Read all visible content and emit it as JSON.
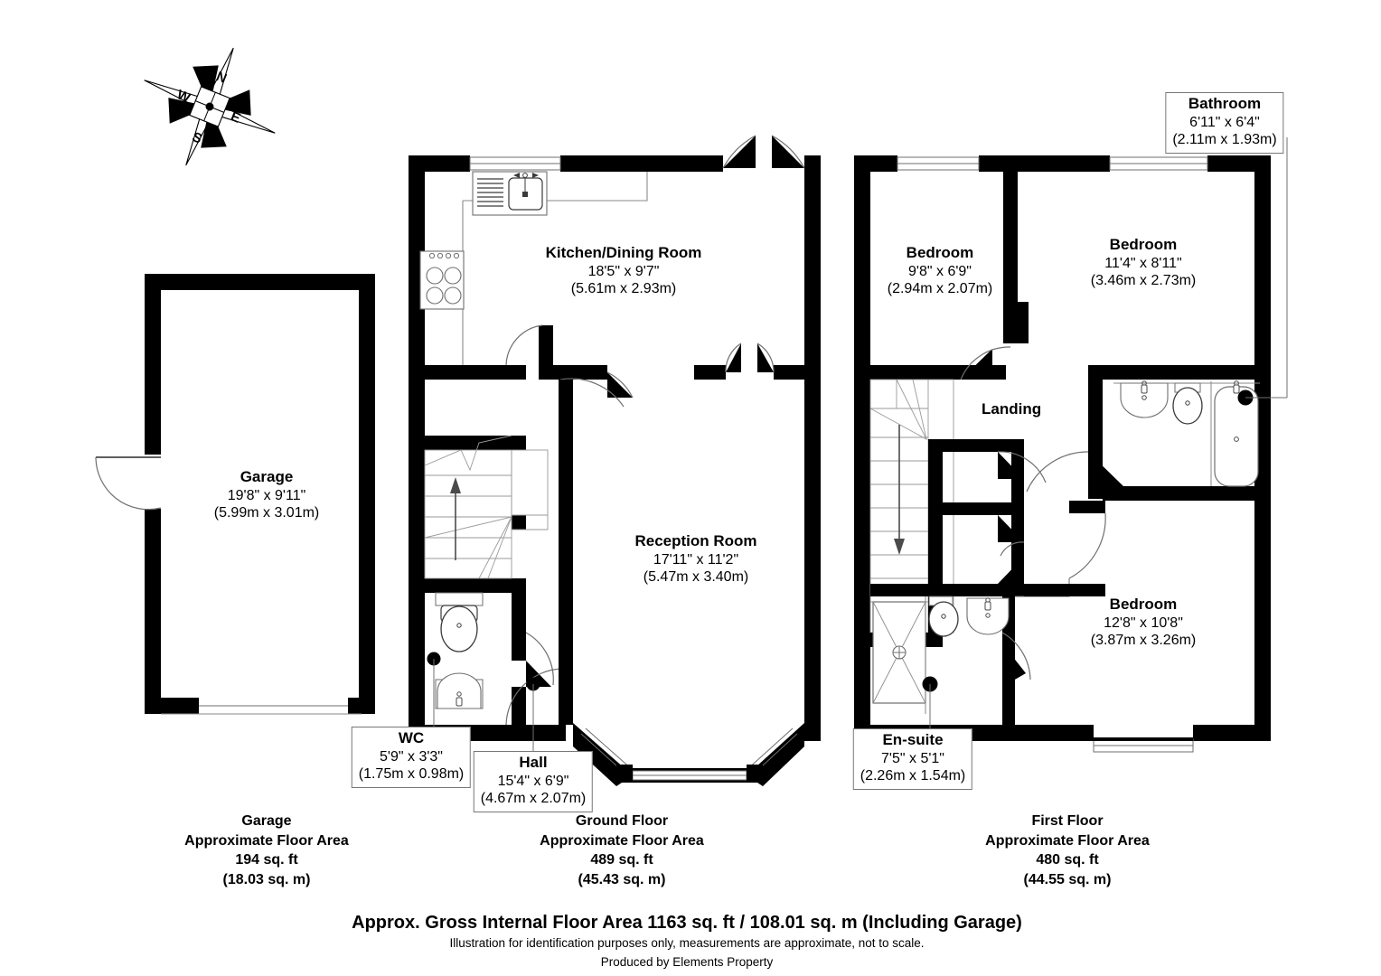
{
  "document": {
    "type": "floor-plan",
    "compass": {
      "name": "compass-rose",
      "north": "N",
      "east": "E",
      "south": "S",
      "west": "W"
    }
  },
  "rooms": {
    "garage": {
      "name": "Garage",
      "imperial": "19'8\" x 9'11\"",
      "metric": "(5.99m x 3.01m)"
    },
    "kitchen_dining": {
      "name": "Kitchen/Dining Room",
      "imperial": "18'5\" x 9'7\"",
      "metric": "(5.61m x 2.93m)"
    },
    "reception": {
      "name": "Reception Room",
      "imperial": "17'11\" x 11'2\"",
      "metric": "(5.47m x 3.40m)"
    },
    "wc": {
      "name": "WC",
      "imperial": "5'9\" x 3'3\"",
      "metric": "(1.75m x 0.98m)"
    },
    "hall": {
      "name": "Hall",
      "imperial": "15'4\" x 6'9\"",
      "metric": "(4.67m x 2.07m)"
    },
    "bedroom_front_small": {
      "name": "Bedroom",
      "imperial": "9'8\" x 6'9\"",
      "metric": "(2.94m x 2.07m)"
    },
    "bedroom_front_large": {
      "name": "Bedroom",
      "imperial": "11'4\" x 8'11\"",
      "metric": "(3.46m x 2.73m)"
    },
    "bedroom_master": {
      "name": "Bedroom",
      "imperial": "12'8\" x 10'8\"",
      "metric": "(3.87m x 3.26m)"
    },
    "bathroom": {
      "name": "Bathroom",
      "imperial": "6'11\" x 6'4\"",
      "metric": "(2.11m x 1.93m)"
    },
    "ensuite": {
      "name": "En-suite",
      "imperial": "7'5\" x 5'1\"",
      "metric": "(2.26m x 1.54m)"
    },
    "landing": {
      "name": "Landing"
    }
  },
  "areas": {
    "garage": {
      "title": "Garage",
      "subtitle": "Approximate Floor Area",
      "sqft": "194 sq. ft",
      "sqm": "(18.03 sq. m)"
    },
    "ground": {
      "title": "Ground Floor",
      "subtitle": "Approximate Floor Area",
      "sqft": "489 sq. ft",
      "sqm": "(45.43 sq. m)"
    },
    "first": {
      "title": "First Floor",
      "subtitle": "Approximate Floor Area",
      "sqft": "480 sq. ft",
      "sqm": "(44.55 sq. m)"
    }
  },
  "footer": {
    "gross": "Approx. Gross Internal Floor Area 1163 sq. ft / 108.01 sq. m (Including Garage)",
    "disclaimer": "Illustration for identification purposes only, measurements are approximate, not to scale.",
    "credit": "Produced by Elements Property"
  },
  "fixtures": {
    "sink_drainer": "sink-drainer-icon",
    "hob": "hob-icon",
    "toilet": "toilet-icon",
    "basin": "basin-icon",
    "bath": "bath-icon",
    "shower_tray": "shower-tray-icon",
    "stairs_up": "stairs-up-arrow-icon",
    "stairs_down": "stairs-down-arrow-icon"
  },
  "colors": {
    "wall": "#000000",
    "background": "#ffffff",
    "fixture_line": "#5a5a5a",
    "label_box_border": "#777777"
  }
}
